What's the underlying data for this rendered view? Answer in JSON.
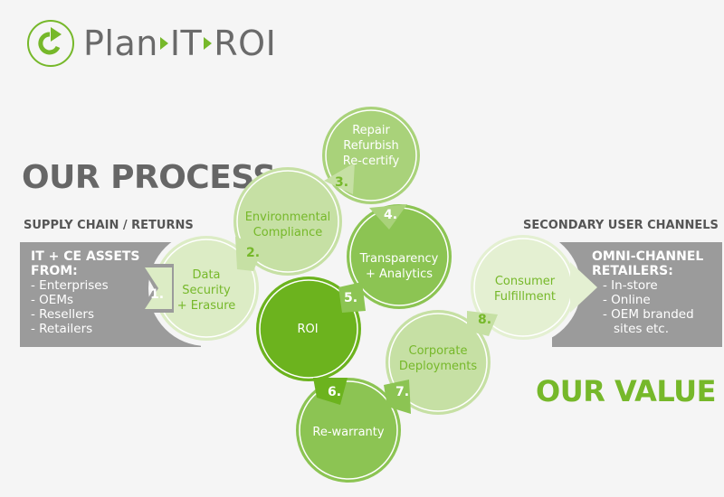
{
  "logo": {
    "icon": "refresh-arrow-icon",
    "parts": [
      "Plan",
      "IT",
      "ROI"
    ],
    "separator_icon": "play-triangle-icon"
  },
  "headings": {
    "process": "OUR PROCESS",
    "value": "OUR VALUE"
  },
  "left_panel": {
    "subtitle": "SUPPLY CHAIN / RETURNS",
    "title_line1": "IT + CE ASSETS",
    "title_line2": "FROM:",
    "items": [
      "- Enterprises",
      "- OEMs",
      "- Resellers",
      "- Retailers"
    ]
  },
  "right_panel": {
    "subtitle": "SECONDARY USER CHANNELS",
    "title_line1": "OMNI-CHANNEL",
    "title_line2": "RETAILERS:",
    "items": [
      "- In-store",
      "- Online",
      "- OEM branded",
      "  sites etc."
    ]
  },
  "steps": [
    {
      "number": "1.",
      "label_lines": [
        "Data",
        "Security",
        "+ Erasure"
      ]
    },
    {
      "number": "2.",
      "label_lines": [
        "Environmental",
        "Compliance"
      ]
    },
    {
      "number": "3.",
      "label_lines": [
        "Repair",
        "Refurbish",
        "Re-certify"
      ]
    },
    {
      "number": "4.",
      "label_lines": [
        "Transparency",
        "+ Analytics"
      ]
    },
    {
      "number": "5.",
      "label_lines": [
        "ROI"
      ]
    },
    {
      "number": "6.",
      "label_lines": [
        "Re-warranty"
      ]
    },
    {
      "number": "7.",
      "label_lines": [
        "Corporate",
        "Deployments"
      ]
    },
    {
      "number": "8.",
      "label_lines": [
        "Consumer",
        "Fulfillment"
      ]
    }
  ],
  "colors": {
    "brand_green": "#76b82a",
    "gray_text": "#666666",
    "panel_gray": "#9b9b9b",
    "light_green": "#dcecc5",
    "mid_light_green": "#c6e0a4",
    "mid_green": "#a9d27a",
    "green": "#8cc453",
    "dark_green": "#6cb31e"
  }
}
